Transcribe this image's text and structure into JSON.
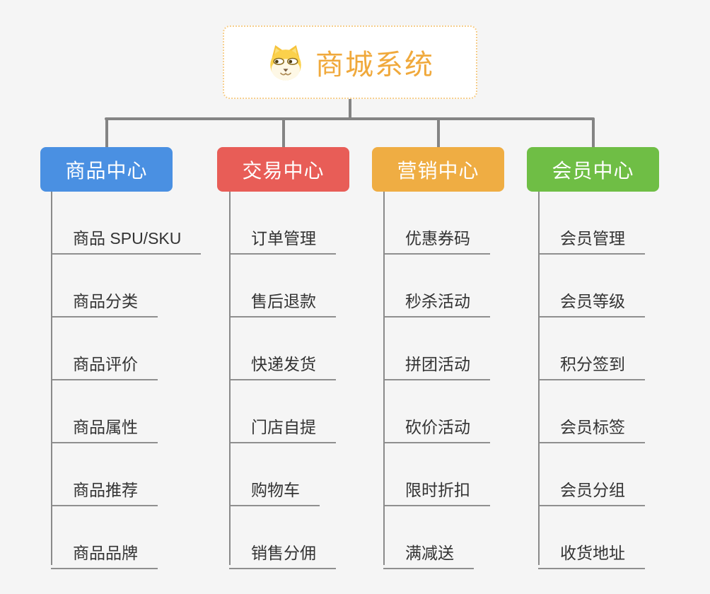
{
  "page": {
    "background_color": "#F5F5F5",
    "connector_color": "#848484"
  },
  "root": {
    "title": "商城系统",
    "icon": "shiba-dog-icon",
    "title_color": "#F0A93C",
    "border_color": "#F6CE8C"
  },
  "branches": [
    {
      "label": "商品中心",
      "color": "#4A90E2",
      "children": [
        "商品 SPU/SKU",
        "商品分类",
        "商品评价",
        "商品属性",
        "商品推荐",
        "商品品牌"
      ]
    },
    {
      "label": "交易中心",
      "color": "#E85D57",
      "children": [
        "订单管理",
        "售后退款",
        "快递发货",
        "门店自提",
        "购物车",
        "销售分佣"
      ]
    },
    {
      "label": "营销中心",
      "color": "#EFAD43",
      "children": [
        "优惠券码",
        "秒杀活动",
        "拼团活动",
        "砍价活动",
        "限时折扣",
        "满减送"
      ]
    },
    {
      "label": "会员中心",
      "color": "#6FBE45",
      "children": [
        "会员管理",
        "会员等级",
        "积分签到",
        "会员标签",
        "会员分组",
        "收货地址"
      ]
    }
  ]
}
